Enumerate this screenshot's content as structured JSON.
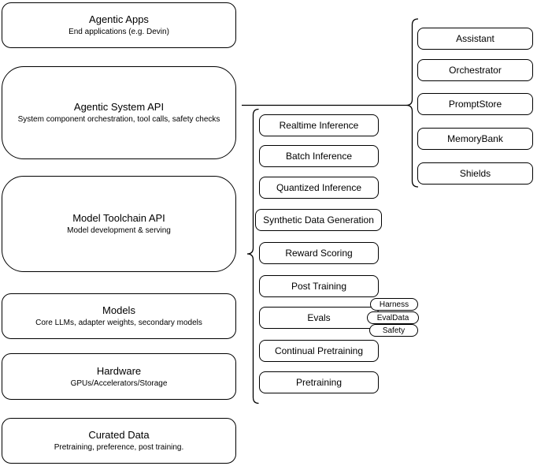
{
  "colors": {
    "border": "#000000",
    "background": "#ffffff",
    "text": "#000000"
  },
  "stack": {
    "layers": [
      {
        "title": "Agentic Apps",
        "subtitle": "End applications (e.g. Devin)"
      },
      {
        "title": "Agentic System API",
        "subtitle": "System component orchestration, tool calls, safety checks"
      },
      {
        "title": "Model Toolchain API",
        "subtitle": "Model development & serving"
      },
      {
        "title": "Models",
        "subtitle": "Core LLMs, adapter weights, secondary models"
      },
      {
        "title": "Hardware",
        "subtitle": "GPUs/Accelerators/Storage"
      },
      {
        "title": "Curated Data",
        "subtitle": "Pretraining, preference, post training."
      }
    ]
  },
  "toolchain_services": {
    "items": [
      {
        "label": "Realtime Inference"
      },
      {
        "label": "Batch Inference"
      },
      {
        "label": "Quantized Inference"
      },
      {
        "label": "Synthetic Data Generation"
      },
      {
        "label": "Reward Scoring"
      },
      {
        "label": "Post Training"
      },
      {
        "label": "Evals"
      },
      {
        "label": "Continual Pretraining"
      },
      {
        "label": "Pretraining"
      }
    ]
  },
  "agentic_services": {
    "items": [
      {
        "label": "Assistant"
      },
      {
        "label": "Orchestrator"
      },
      {
        "label": "PromptStore"
      },
      {
        "label": "MemoryBank"
      },
      {
        "label": "Shields"
      }
    ]
  },
  "eval_tags": {
    "items": [
      {
        "label": "Harness"
      },
      {
        "label": "EvalData"
      },
      {
        "label": "Safety"
      }
    ]
  }
}
